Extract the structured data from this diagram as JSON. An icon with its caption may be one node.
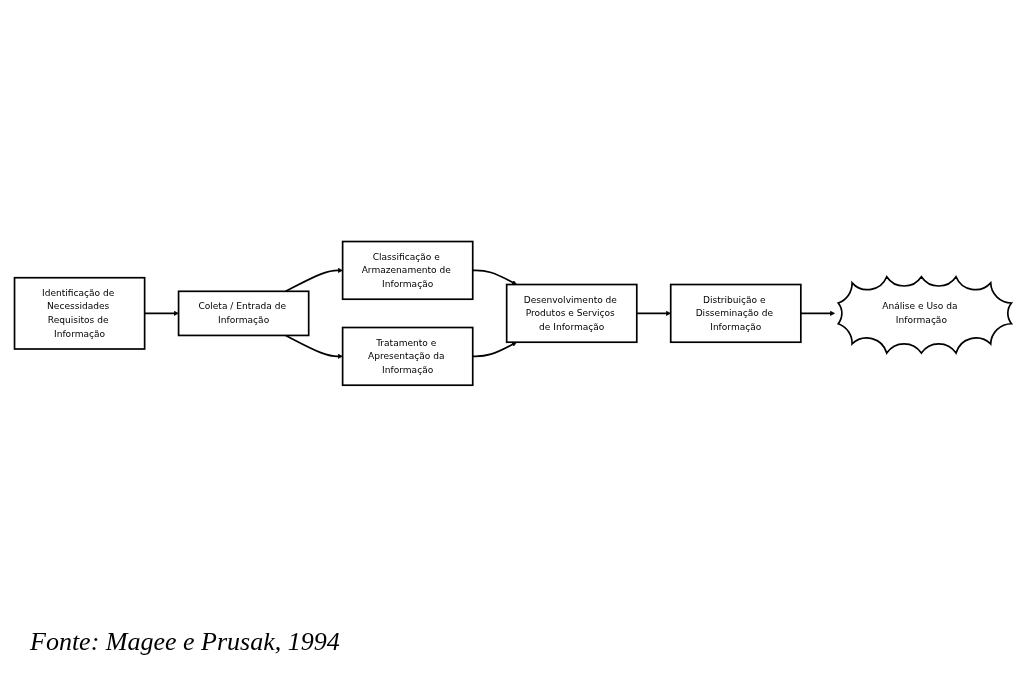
{
  "diagram": {
    "caption": "Fonte: Magee e Prusak, 1994",
    "nodes": [
      {
        "text": [
          "Identificação de Necessidades Requisitos de Informação"
        ]
      },
      {
        "text": [
          "Coleta / Entrada de Informação"
        ]
      },
      {
        "text": [
          "Classificação e Armazenamento de Informação"
        ]
      },
      {
        "text": [
          "Tratamento e Apresentação da Informação"
        ]
      },
      {
        "text": [
          "Desenvolvimento de Produtos e Serviços de Informação"
        ]
      },
      {
        "text": [
          "Distribuição e Disseminação de Informação"
        ]
      },
      {
        "text": [
          "Análise e Uso da Informação"
        ]
      }
    ],
    "edges": [
      {
        "from": 0,
        "to": 1,
        "arrow": "to"
      },
      {
        "from": 1,
        "to": 2,
        "arrow": "to"
      },
      {
        "from": 1,
        "to": 3,
        "arrow": "to"
      },
      {
        "from": 2,
        "to": 4,
        "arrow": "to"
      },
      {
        "from": 3,
        "to": 4,
        "arrow": "to"
      },
      {
        "from": 4,
        "to": 5,
        "arrow": "to"
      },
      {
        "from": 5,
        "to": 6,
        "arrow": "to"
      }
    ]
  }
}
